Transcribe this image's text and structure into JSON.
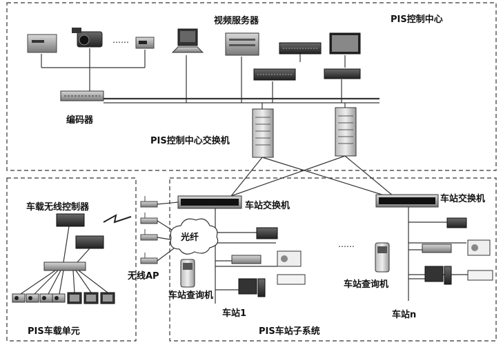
{
  "regions": {
    "control_center": "PIS控制中心",
    "onboard_unit": "PIS车载单元",
    "station_subsystem": "PIS车站子系统"
  },
  "labels": {
    "video_server": "视频服务器",
    "encoder": "编码器",
    "center_switch": "PIS控制中心交换机",
    "onboard_controller": "车载无线控制器",
    "wireless_ap": "无线AP",
    "fiber": "光纤",
    "station_switch_1": "车站交换机",
    "station_switch_n": "车站交换机",
    "kiosk_1": "车站查询机",
    "kiosk_n": "车站查询机",
    "station_1": "车站1",
    "station_n": "车站n",
    "ellipsis_top": "……",
    "ellipsis_mid": "……"
  }
}
